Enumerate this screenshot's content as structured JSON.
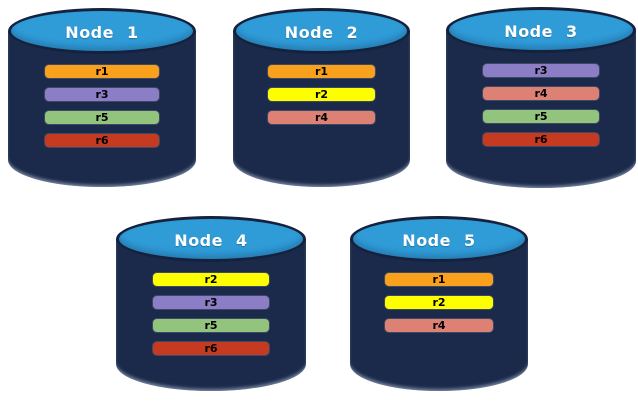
{
  "diagram": {
    "description_label": "Database nodes with replica bars"
  },
  "palette": {
    "cylinder_body": "#1B2A4A",
    "cylinder_top": "#2F9CD8",
    "cylinder_outline": "#15223E",
    "replica_colors": {
      "r1": "#F9A11D",
      "r2": "#FDFF00",
      "r3": "#8B7EC7",
      "r4": "#DC8173",
      "r5": "#92C47D",
      "r6": "#C63A21"
    }
  },
  "nodes": [
    {
      "label": "Node 1",
      "replicas": [
        "r1",
        "r3",
        "r5",
        "r6"
      ]
    },
    {
      "label": "Node 2",
      "replicas": [
        "r1",
        "r2",
        "r4"
      ]
    },
    {
      "label": "Node 3",
      "replicas": [
        "r3",
        "r4",
        "r5",
        "r6"
      ]
    },
    {
      "label": "Node 4",
      "replicas": [
        "r2",
        "r3",
        "r5",
        "r6"
      ]
    },
    {
      "label": "Node 5",
      "replicas": [
        "r1",
        "r2",
        "r4"
      ]
    }
  ]
}
